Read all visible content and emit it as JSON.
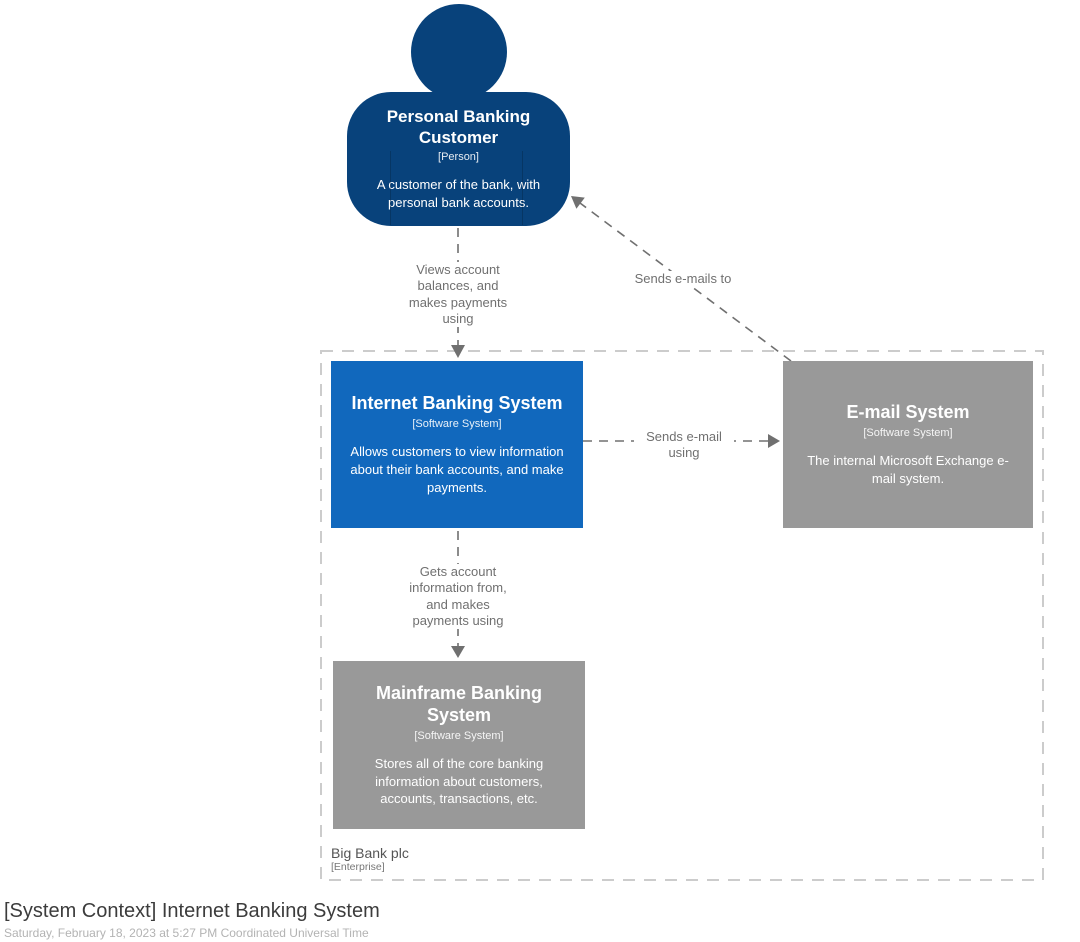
{
  "diagram": {
    "title": "[System Context] Internet Banking System",
    "subtitle": "Saturday, February 18, 2023 at 5:27 PM Coordinated Universal Time",
    "colors": {
      "person_fill": "#08427b",
      "internal_system_fill": "#1168bd",
      "external_system_fill": "#999999",
      "relationship": "#707070",
      "boundary_border": "#cccccc",
      "element_text": "#ffffff"
    }
  },
  "boundary": {
    "name": "Big Bank plc",
    "type": "[Enterprise]"
  },
  "elements": {
    "person": {
      "name": "Personal Banking Customer",
      "type": "[Person]",
      "description": "A customer of the bank, with personal bank accounts."
    },
    "internet_banking": {
      "name": "Internet Banking System",
      "type": "[Software System]",
      "description": "Allows customers to view information about their bank accounts, and make payments."
    },
    "email": {
      "name": "E-mail System",
      "type": "[Software System]",
      "description": "The internal Microsoft Exchange e-mail system."
    },
    "mainframe": {
      "name": "Mainframe Banking System",
      "type": "[Software System]",
      "description": "Stores all of the core banking information about customers, accounts, transactions, etc."
    }
  },
  "relationships": {
    "views": "Views account balances, and makes payments using",
    "sends_emails_to": "Sends e-mails to",
    "sends_email_using": "Sends e-mail using",
    "gets_account": "Gets account information from, and makes payments using"
  }
}
